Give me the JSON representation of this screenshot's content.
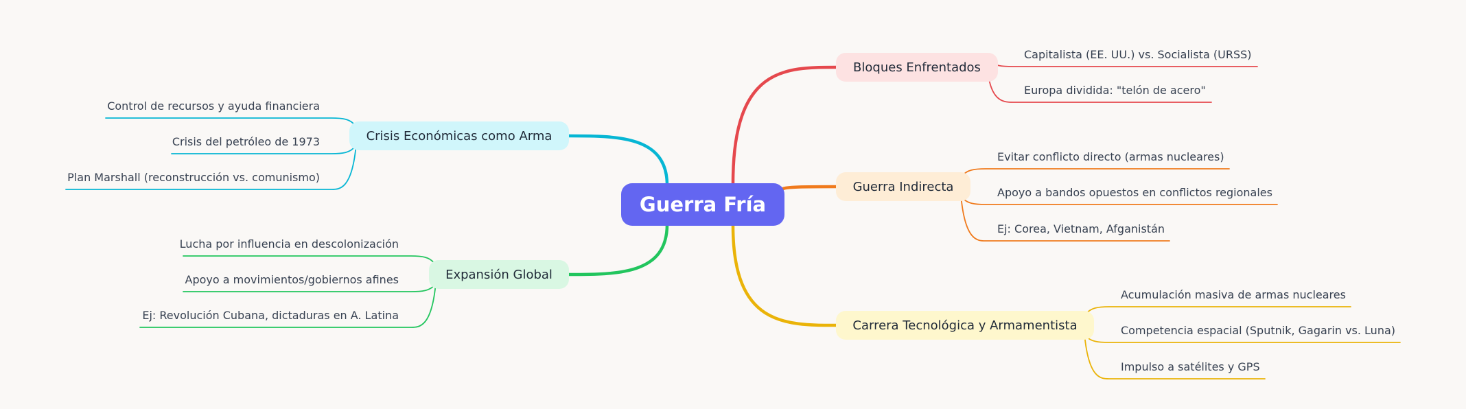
{
  "root": {
    "label": "Guerra Fría",
    "color": "#6366f1"
  },
  "branches": [
    {
      "id": "bloques",
      "label": "Bloques Enfrentados",
      "color": "#e5484d",
      "fill": "#fde2e2",
      "items": [
        "Capitalista (EE. UU.) vs. Socialista (URSS)",
        "Europa dividida: \"telón de acero\""
      ]
    },
    {
      "id": "indirecta",
      "label": "Guerra Indirecta",
      "color": "#f07a1c",
      "fill": "#feedd6",
      "items": [
        "Evitar conflicto directo (armas nucleares)",
        "Apoyo a bandos opuestos en conflictos regionales",
        "Ej: Corea, Vietnam, Afganistán"
      ]
    },
    {
      "id": "carrera",
      "label": "Carrera Tecnológica y Armamentista",
      "color": "#eab308",
      "fill": "#fef7cd",
      "items": [
        "Acumulación masiva de armas nucleares",
        "Competencia espacial (Sputnik, Gagarin vs. Luna)",
        "Impulso a satélites y GPS"
      ]
    },
    {
      "id": "crisis",
      "label": "Crisis Económicas como Arma",
      "color": "#06b6d4",
      "fill": "#d0f6fb",
      "items": [
        "Control de recursos y ayuda financiera",
        "Crisis del petróleo de 1973",
        "Plan Marshall (reconstrucción vs. comunismo)"
      ]
    },
    {
      "id": "expansion",
      "label": "Expansión Global",
      "color": "#22c55e",
      "fill": "#d9f7e3",
      "items": [
        "Lucha por influencia en descolonización",
        "Apoyo a movimientos/gobiernos afines",
        "Ej: Revolución Cubana, dictaduras en A. Latina"
      ]
    }
  ]
}
